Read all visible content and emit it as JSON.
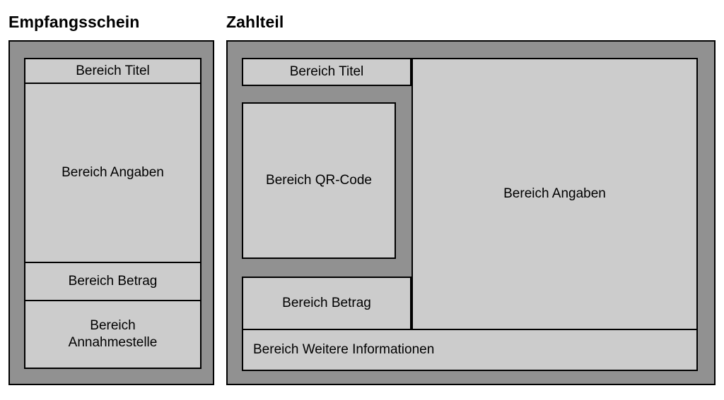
{
  "colors": {
    "frame_fill": "#919191",
    "box_fill": "#cccccc",
    "outline": "#000000",
    "page_background": "#ffffff"
  },
  "sections": [
    {
      "id": "empfangsschein",
      "title": "Empfangsschein",
      "boxes": [
        {
          "id": "titel",
          "label": "Bereich Titel"
        },
        {
          "id": "angaben",
          "label": "Bereich Angaben"
        },
        {
          "id": "betrag",
          "label": "Bereich Betrag"
        },
        {
          "id": "annahme",
          "label": "Bereich\nAnnahmestelle",
          "line1": "Bereich",
          "line2": "Annahmestelle"
        }
      ]
    },
    {
      "id": "zahlteil",
      "title": "Zahlteil",
      "boxes": [
        {
          "id": "titel",
          "label": "Bereich Titel"
        },
        {
          "id": "qrcode",
          "label": "Bereich QR-Code"
        },
        {
          "id": "angaben",
          "label": "Bereich Angaben"
        },
        {
          "id": "betrag",
          "label": "Bereich Betrag"
        },
        {
          "id": "weitere",
          "label": "Bereich Weitere Informationen"
        }
      ]
    }
  ]
}
